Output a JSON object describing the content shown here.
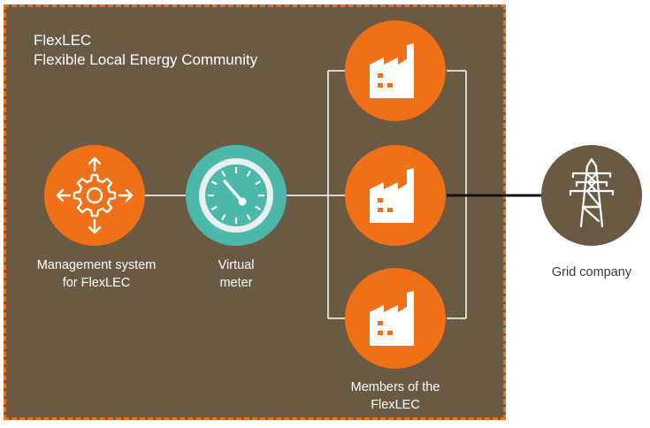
{
  "community": {
    "title_line1": "FlexLEC",
    "title_line2": "Flexible Local Energy Community"
  },
  "nodes": {
    "management": {
      "label_line1": "Management system",
      "label_line2": "for FlexLEC",
      "icon": "gear-arrows-icon"
    },
    "meter": {
      "label_line1": "Virtual",
      "label_line2": "meter",
      "icon": "gauge-icon"
    },
    "members": {
      "label_line1": "Members of the",
      "label_line2": "FlexLEC",
      "icon": "factory-icon"
    },
    "grid": {
      "label": "Grid company",
      "icon": "power-pylon-icon"
    }
  },
  "colors": {
    "community_fill": "#6a5a44",
    "border_dash": "#ef7016",
    "orange": "#ef7016",
    "teal": "#4bb8aa",
    "grid_node": "#6a5a44"
  }
}
